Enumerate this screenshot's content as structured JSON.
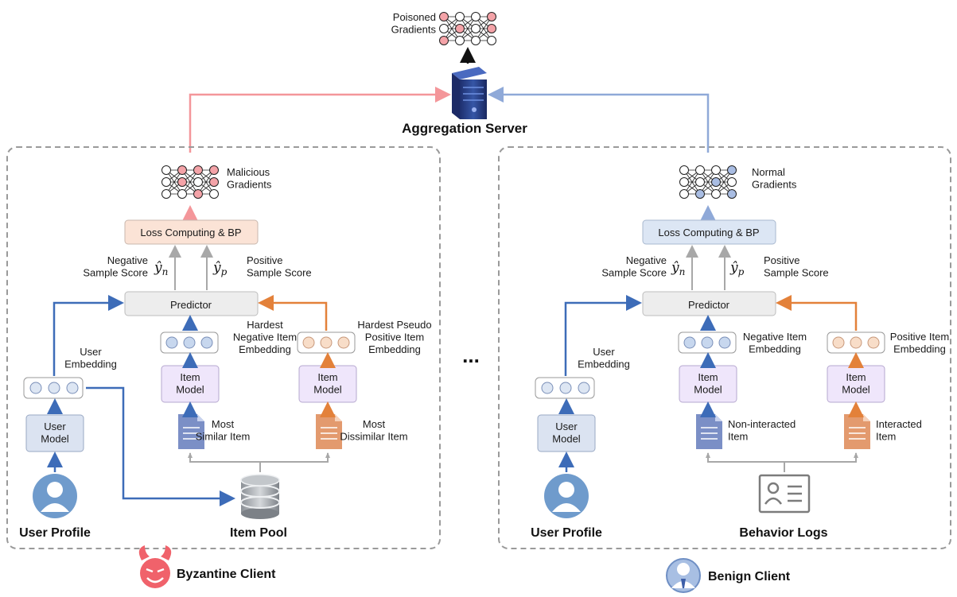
{
  "server": {
    "title": "Aggregation Server",
    "poisoned_label": "Poisoned\nGradients"
  },
  "byzantine": {
    "client_label": "Byzantine Client",
    "gradients_label": "Malicious\nGradients",
    "loss_label": "Loss Computing & BP",
    "neg_score": "Negative\nSample Score",
    "pos_score": "Positive\nSample Score",
    "y_n": "ŷ",
    "y_n_sub": "n",
    "y_p": "ŷ",
    "y_p_sub": "p",
    "predictor": "Predictor",
    "neg_emb_label": "Hardest\nNegative Item\nEmbedding",
    "pos_emb_label": "Hardest Pseudo\nPositive Item\nEmbedding",
    "user_emb_label": "User\nEmbedding",
    "item_model": "Item\nModel",
    "user_model": "User\nModel",
    "neg_item_label": "Most\nSimilar Item",
    "pos_item_label": "Most\nDissimilar Item",
    "user_profile": "User Profile",
    "pool": "Item Pool"
  },
  "ellipsis": "...",
  "benign": {
    "client_label": "Benign Client",
    "gradients_label": "Normal\nGradients",
    "loss_label": "Loss Computing & BP",
    "neg_score": "Negative\nSample Score",
    "pos_score": "Positive\nSample Score",
    "y_n": "ŷ",
    "y_n_sub": "n",
    "y_p": "ŷ",
    "y_p_sub": "p",
    "predictor": "Predictor",
    "neg_emb_label": "Negative Item\nEmbedding",
    "pos_emb_label": "Positive Item\nEmbedding",
    "user_emb_label": "User\nEmbedding",
    "item_model": "Item\nModel",
    "user_model": "User\nModel",
    "neg_item_label": "Non-interacted\nItem",
    "pos_item_label": "Interacted\nItem",
    "user_profile": "User Profile",
    "logs": "Behavior Logs"
  },
  "colors": {
    "malicious": "#f4969a",
    "normal": "#8fa9d8",
    "blue_arrow": "#3d6cb8",
    "orange_arrow": "#e3813a",
    "gray_arrow": "#a8a8a8",
    "loss_fill_byz": "#fbe3d6",
    "loss_fill_benign": "#dce6f4",
    "model_fill": "#efe6fb",
    "user_model_fill": "#dbe3f1",
    "predictor_fill": "#ededed"
  }
}
